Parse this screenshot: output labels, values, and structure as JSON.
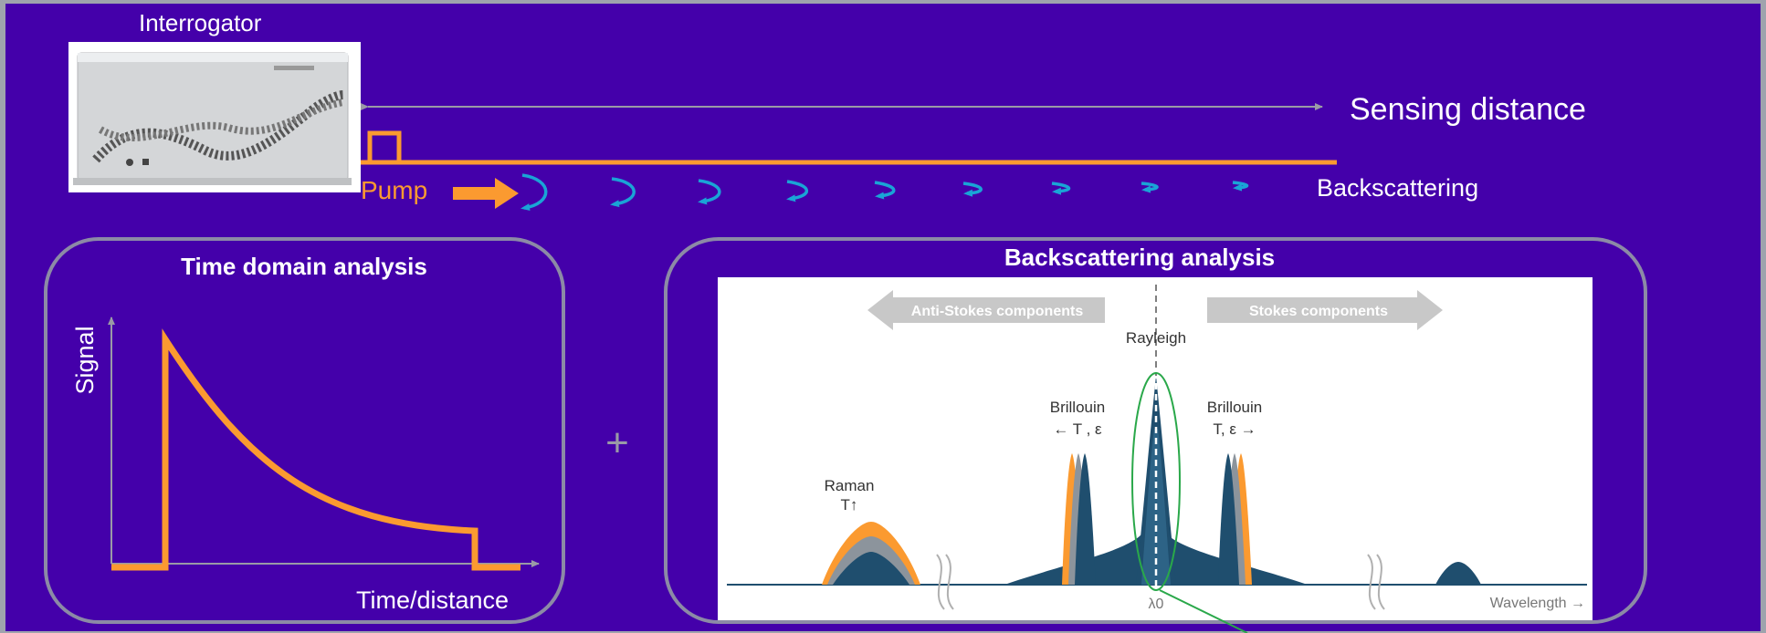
{
  "colors": {
    "background": "#4400aa",
    "pump": "#fb9a30",
    "scatter": "#1aa4d6",
    "arrow_gray": "#9a9aa6",
    "panel_border": "#8c8aa6",
    "peak_navy": "#1f4e6e",
    "peak_gray": "#8c949c",
    "anti_stokes_white": "#ffffff"
  },
  "top": {
    "interrogator_label": "Interrogator",
    "sensing_distance_label": "Sensing distance",
    "pump_label": "Pump",
    "backscattering_label": "Backscattering"
  },
  "time_panel": {
    "title": "Time domain analysis",
    "y_label": "Signal",
    "x_label": "Time/distance"
  },
  "plus_sign": "+",
  "spectrum_panel": {
    "title": "Backscattering analysis",
    "anti_stokes": "Anti-Stokes components",
    "stokes": "Stokes components",
    "rayleigh": "Rayleigh",
    "brillouin_left_1": "Brillouin",
    "brillouin_left_2": "← T , ε",
    "brillouin_right_1": "Brillouin",
    "brillouin_right_2": "T, ε →",
    "raman_1": "Raman",
    "raman_2": "T↑",
    "lambda_label": "λ0",
    "wavelength_label": "Wavelength →"
  }
}
